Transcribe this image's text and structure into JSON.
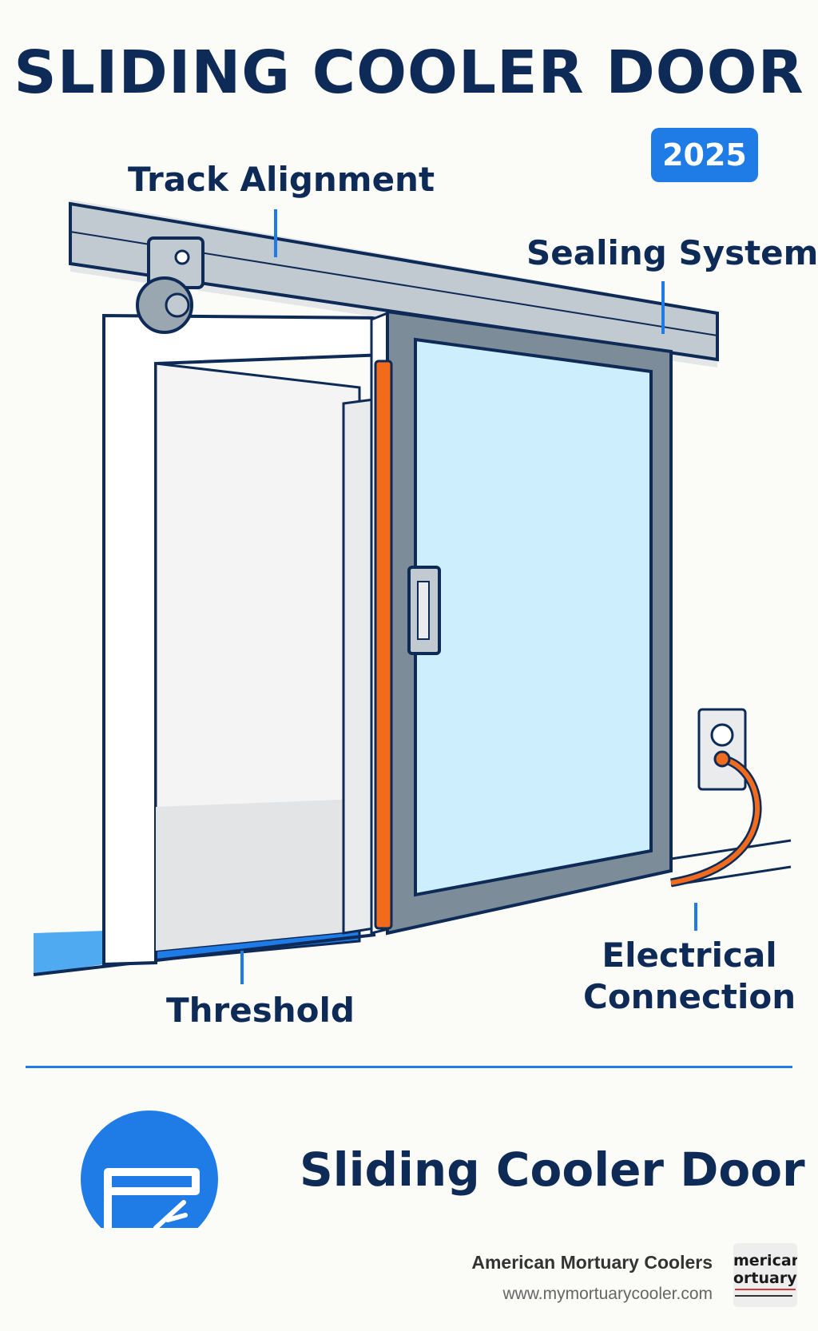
{
  "header": {
    "title": "SLIDING COOLER DOOR",
    "badge": "2025"
  },
  "callouts": {
    "track": "Track Alignment",
    "sealing": "Sealing Systems",
    "threshold": "Threshold",
    "electrical_line1": "Electrical",
    "electrical_line2": "Connection"
  },
  "summary": {
    "subtitle": "Sliding Cooler Door",
    "icon": "sliding-door-icon"
  },
  "footer": {
    "company": "American Mortuary Coolers",
    "url": "www.mymortuarycooler.com",
    "logo": "american-mortuary-logo"
  },
  "colors": {
    "navy": "#0e2a56",
    "accent_blue": "#1f7be6",
    "gasket_orange": "#f26a1b",
    "glass": "#cdeefc",
    "frame_gray": "#7d8c99"
  }
}
